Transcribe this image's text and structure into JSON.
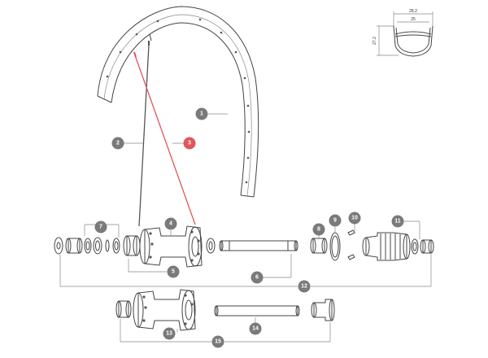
{
  "profile": {
    "outer_width": "28.2",
    "inner_width": "25",
    "height": "27.2"
  },
  "callouts": [
    "1",
    "2",
    "3",
    "4",
    "5",
    "6",
    "7",
    "8",
    "9",
    "10",
    "11",
    "12",
    "13",
    "14",
    "15"
  ],
  "colors": {
    "callout_gray": "#7a7a7a",
    "callout_red": "#e0565b",
    "spoke_red": "#e0565b",
    "line": "#444444"
  }
}
